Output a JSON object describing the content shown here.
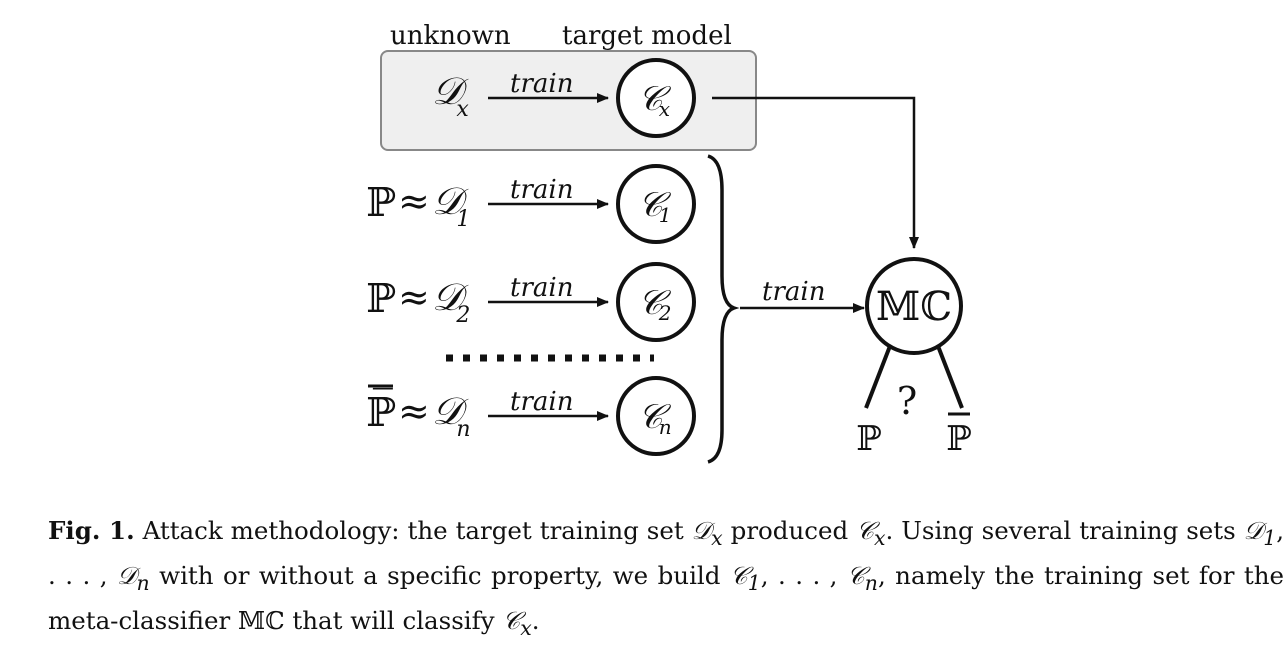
{
  "figure": {
    "header_unknown": "unknown",
    "header_target": "target model",
    "edge_label": "train",
    "target_data": "𝒟",
    "target_data_sub": "x",
    "target_model": "𝒞",
    "target_model_sub": "x",
    "rows": [
      {
        "prop": "ℙ",
        "approx": "≈",
        "data": "𝒟",
        "data_sub": "1",
        "model": "𝒞",
        "model_sub": "1"
      },
      {
        "prop": "ℙ",
        "approx": "≈",
        "data": "𝒟",
        "data_sub": "2",
        "model": "𝒞",
        "model_sub": "2"
      },
      {
        "prop": "ℙ̅",
        "approx": "≈",
        "data": "𝒟",
        "data_sub": "n",
        "model": "𝒞",
        "model_sub": "n"
      }
    ],
    "meta_classifier": "𝕄ℂ",
    "question": "?",
    "out_left": "ℙ",
    "out_right": "ℙ"
  },
  "caption": {
    "label": "Fig. 1.",
    "p1": " Attack methodology: the target training set ",
    "dx": "𝒟",
    "dx_sub": "x",
    "p2": " produced ",
    "cx": "𝒞",
    "cx_sub": "x",
    "p3": ". Using several training sets ",
    "d1": "𝒟",
    "d1_sub": "1",
    "p4": ", . . . , ",
    "dn": "𝒟",
    "dn_sub": "n",
    "p5": " with or without a specific property, we build ",
    "c1": "𝒞",
    "c1_sub": "1",
    "p6": ", . . . , ",
    "cn": "𝒞",
    "cn_sub": "n",
    "p7": ", namely the training set for the meta-classifier ",
    "mc": "𝕄ℂ",
    "p8": " that will classify ",
    "cx2": "𝒞",
    "cx2_sub": "x",
    "p9": "."
  }
}
